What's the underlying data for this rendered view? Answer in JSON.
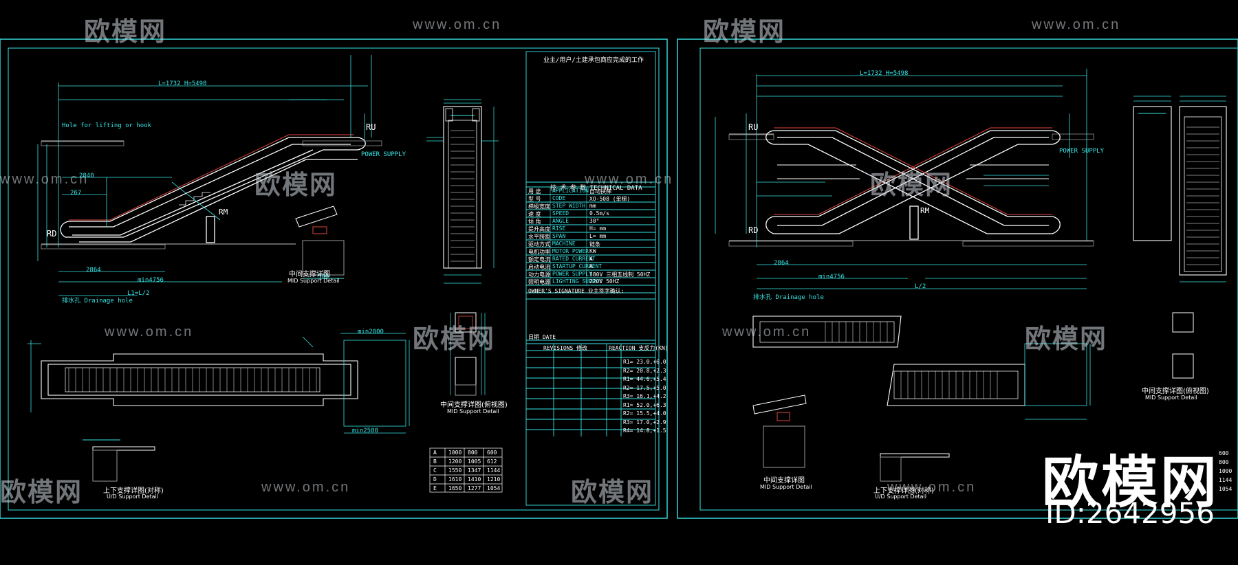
{
  "watermark": {
    "brand": "欧模网",
    "url": "www.om.cn",
    "big_brand": "欧模网",
    "id_label": "ID:2642956"
  },
  "left_sheet": {
    "notes_title": "业主/用户/土建承包商应完成的工作",
    "tech_title": "技 术 参 数   TECHNICAL DATA",
    "tech_rows": [
      {
        "cn": "用  途",
        "en": "APPLICATION",
        "val": "自动扶梯"
      },
      {
        "cn": "型  号",
        "en": "CODE",
        "val": "XO-508 (单梯)"
      },
      {
        "cn": "梯级宽度",
        "en": "STEP WIDTH",
        "val": "mm"
      },
      {
        "cn": "速  度",
        "en": "SPEED",
        "val": "0.5m/s"
      },
      {
        "cn": "倾  角",
        "en": "ANGLE",
        "val": "30°"
      },
      {
        "cn": "提升高度",
        "en": "RISE",
        "val": "H=   mm"
      },
      {
        "cn": "水平跨距",
        "en": "SPAN",
        "val": "L=   mm"
      },
      {
        "cn": "驱动方式",
        "en": "MACHINE",
        "val": "链条"
      },
      {
        "cn": "电机功率",
        "en": "MOTOR POWER",
        "val": "KW"
      },
      {
        "cn": "额定电流",
        "en": "RATED CURRENT",
        "val": "A"
      },
      {
        "cn": "启动电流",
        "en": "STARTUP CURRENT",
        "val": "A"
      },
      {
        "cn": "动力电源",
        "en": "POWER SUPPLY",
        "val": "380V 三相五线制 50HZ"
      },
      {
        "cn": "照明电源",
        "en": "LIGHTING SUPPLY",
        "val": "220V 50HZ"
      }
    ],
    "owner_signature": "OWNER'S SIGNATURE 业主签字确认:",
    "date_label": "日期 DATE",
    "revisions_label": "REVISIONS 修改",
    "reactions_label": "REACTION 支反力(KN)",
    "reaction_rows": [
      "R1= 23.0,+6.0",
      "R2= 20.8,+2.3",
      "R1= 44.6,+5.4",
      "R2= 17.5,+5.0",
      "R3= 16.1,+4.2",
      "R1= 52.0,+6.3",
      "R2= 15.5,+4.0",
      "R3= 17.0,+2.9",
      "R4= 14.8,+1.5"
    ],
    "dim_table": [
      [
        "A",
        "1000",
        "800",
        "600"
      ],
      [
        "B",
        "1200",
        "1005",
        "612"
      ],
      [
        "C",
        "1550",
        "1347",
        "1144"
      ],
      [
        "D",
        "1610",
        "1410",
        "1210"
      ],
      [
        "E",
        "1650",
        "1277",
        "1054"
      ]
    ],
    "labels": {
      "ru": "RU",
      "rd": "RD",
      "rm": "RM",
      "dim_l": "L=1732 H=5498",
      "dim_l2": "L1=L/2",
      "dim_min": "min4756",
      "dim_2864": "2864",
      "dim_2840": "2840",
      "dim_267": "267",
      "dim_500": "500",
      "dim_min2000": "min2000",
      "dim_min2500": "min2500",
      "mid_support_cn": "中间支撑详图",
      "mid_support_en": "MID Support Detail",
      "mid_support2_cn": "中间支撑详图(俯视图)",
      "mid_support2_en": "MID Support Detail",
      "ud_support_cn": "上下支撑详图(对称)",
      "ud_support_en": "U/D Support Detail",
      "drainage": "排水孔 Drainage hole",
      "power_supply": "POWER SUPPLY",
      "hook": "Hole for lifting or hook"
    }
  },
  "right_sheet": {
    "labels": {
      "ru": "RU",
      "rd": "RD",
      "rm": "RM",
      "dim_l": "L=1732 H=5498",
      "dim_l2": "L/2",
      "dim_min": "min4756",
      "dim_2864": "2864",
      "mid_support_cn": "中间支撑详图",
      "mid_support_en": "MID Support Detail",
      "mid_support2_cn": "中间支撑详图(俯视图)",
      "mid_support2_en": "MID Support Detail",
      "ud_support_cn": "上下支撑详图(对称)",
      "ud_support_en": "U/D Support Detail",
      "power_supply": "POWER SUPPLY",
      "drainage": "排水孔 Drainage hole"
    },
    "dim_table": [
      "600",
      "800",
      "1000",
      "1144",
      "1054"
    ]
  },
  "colors": {
    "background": "#000000",
    "frame": "#39e6e6",
    "structure": "#ffffff",
    "dimension": "#39e6e6",
    "accent_red": "#e0453b",
    "hatch": "#9a9a9a"
  }
}
